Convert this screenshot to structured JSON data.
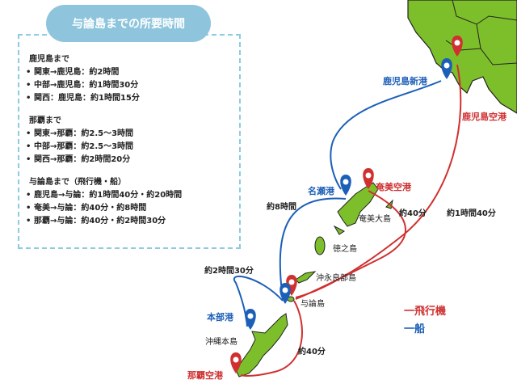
{
  "panel": {
    "title": "与論島までの所要時間",
    "sections": [
      {
        "heading": "鹿児島まで",
        "items": [
          "関東→鹿児島：約2時間",
          "中部→鹿児島：約1時間30分",
          "関西：鹿児島：約1時間15分"
        ]
      },
      {
        "heading": "那覇まで",
        "items": [
          "関東→那覇：約2.5〜3時間",
          "中部→那覇：約2.5〜3時間",
          "関西→那覇：約2時間20分"
        ]
      },
      {
        "heading": "与論島まで（飛行機・船）",
        "items": [
          "鹿児島→与論：約1時間40分・約20時間",
          "奄美→与論：約40分・約8時間",
          "那覇→与論：約40分・約2時間30分"
        ]
      }
    ]
  },
  "map": {
    "ports": {
      "kagoshima_port": "鹿児島新港",
      "naze_port": "名瀬港",
      "motobu_port": "本部港"
    },
    "airports": {
      "kagoshima_airport": "鹿児島空港",
      "amami_airport": "奄美空港",
      "naha_airport": "那覇空港"
    },
    "islands": {
      "amami": "奄美大島",
      "tokunoshima": "徳之島",
      "okinoerabu": "沖永良部島",
      "yoron": "与論島",
      "okinawa": "沖縄本島"
    },
    "durations": {
      "amami_ship": "約8時間",
      "amami_air": "約40分",
      "kagoshima_air": "約1時間40分",
      "naha_ship": "約2時間30分",
      "naha_air": "約40分"
    }
  },
  "legend": {
    "air": "一飛行機",
    "ship": "一船"
  },
  "colors": {
    "air": "#d03030",
    "ship": "#1c5fb8",
    "land": "#7dbf2a",
    "panel_border": "#8ecae0",
    "title_bg": "#8ec5dc"
  }
}
